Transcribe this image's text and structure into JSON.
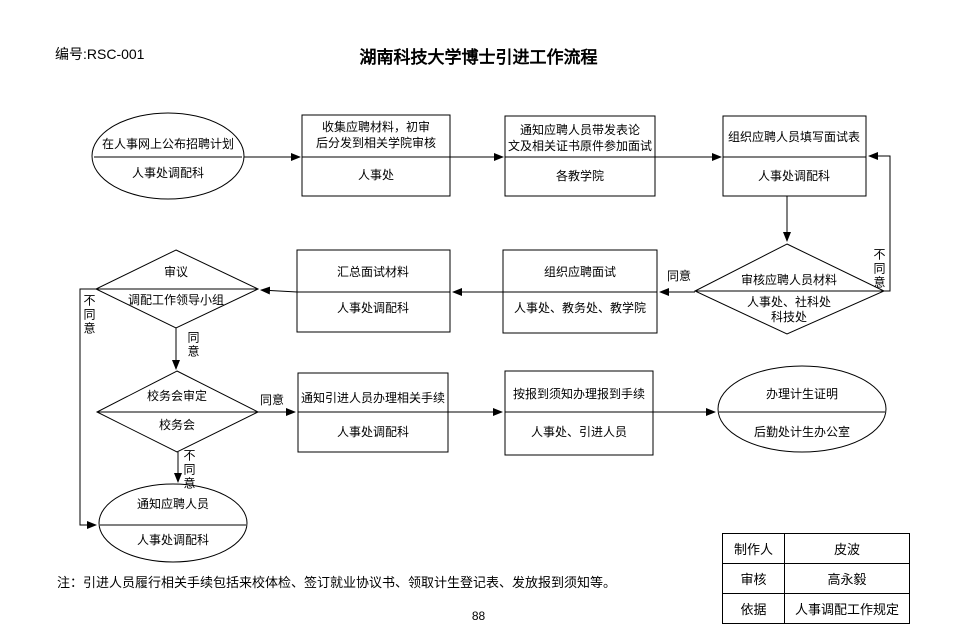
{
  "header": {
    "doc_number": "编号:RSC-001",
    "title": "湖南科技大学博士引进工作流程"
  },
  "nodes": {
    "publish_plan": {
      "line1": "在人事网上公布招聘计划",
      "dept": "人事处调配科"
    },
    "collect_materials": {
      "line1": "收集应聘材料，初审",
      "line2": "后分发到相关学院审核",
      "dept": "人事处"
    },
    "notify_interview": {
      "line1": "通知应聘人员带发表论",
      "line2": "文及相关证书原件参加面试",
      "dept": "各教学院"
    },
    "fill_form": {
      "line1": "组织应聘人员填写面试表",
      "dept": "人事处调配科"
    },
    "review_materials": {
      "line1": "审核应聘人员材料",
      "dept1": "人事处、社科处",
      "dept2": "科技处"
    },
    "organize_interview": {
      "line1": "组织应聘面试",
      "dept": "人事处、教务处、教学院"
    },
    "summarize": {
      "line1": "汇总面试材料",
      "dept": "人事处调配科"
    },
    "deliberate": {
      "line1": "审议",
      "dept": "调配工作领导小组"
    },
    "school_council": {
      "line1": "校务会审定",
      "dept": "校务会"
    },
    "notify_procedures": {
      "line1": "通知引进人员办理相关手续",
      "dept": "人事处调配科"
    },
    "register": {
      "line1": "按报到须知办理报到手续",
      "dept": "人事处、引进人员"
    },
    "birth_cert": {
      "line1": "办理计生证明",
      "dept": "后勤处计生办公室"
    },
    "notify_applicants": {
      "line1": "通知应聘人员",
      "dept": "人事处调配科"
    }
  },
  "labels": {
    "agree": "同意",
    "disagree": "不同意"
  },
  "note": "注：引进人员履行相关手续包括来校体检、签订就业协议书、领取计生登记表、发放报到须知等。",
  "page_number": "88",
  "table": {
    "rows": [
      {
        "label": "制作人",
        "value": "皮波"
      },
      {
        "label": "审核",
        "value": "高永毅"
      },
      {
        "label": "依据",
        "value": "人事调配工作规定"
      }
    ]
  },
  "colors": {
    "line": "#000000",
    "background": "#ffffff"
  }
}
